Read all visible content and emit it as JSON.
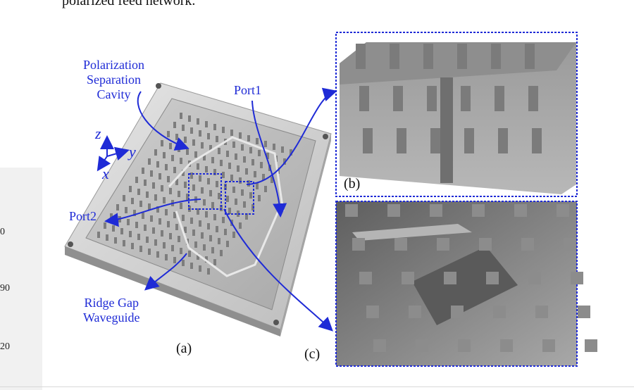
{
  "page": {
    "caption_fragment": "polarized feed network.",
    "margin_numbers": [
      "0",
      "90",
      "20"
    ]
  },
  "figure": {
    "labels": {
      "polarization_cavity": [
        "Polarization",
        "Separation",
        "Cavity"
      ],
      "port1": "Port1",
      "port2": "Port2",
      "ridge_gap": [
        "Ridge Gap",
        "Waveguide"
      ]
    },
    "axes": {
      "z": "z",
      "y": "y",
      "x": "x"
    },
    "panel_labels": {
      "a": "(a)",
      "b": "(b)",
      "c": "(c)"
    },
    "colors": {
      "annotation": "#1f2bd6",
      "model_gray": "#b9b9b9",
      "frame_dotted": "#1f2bd6"
    }
  }
}
